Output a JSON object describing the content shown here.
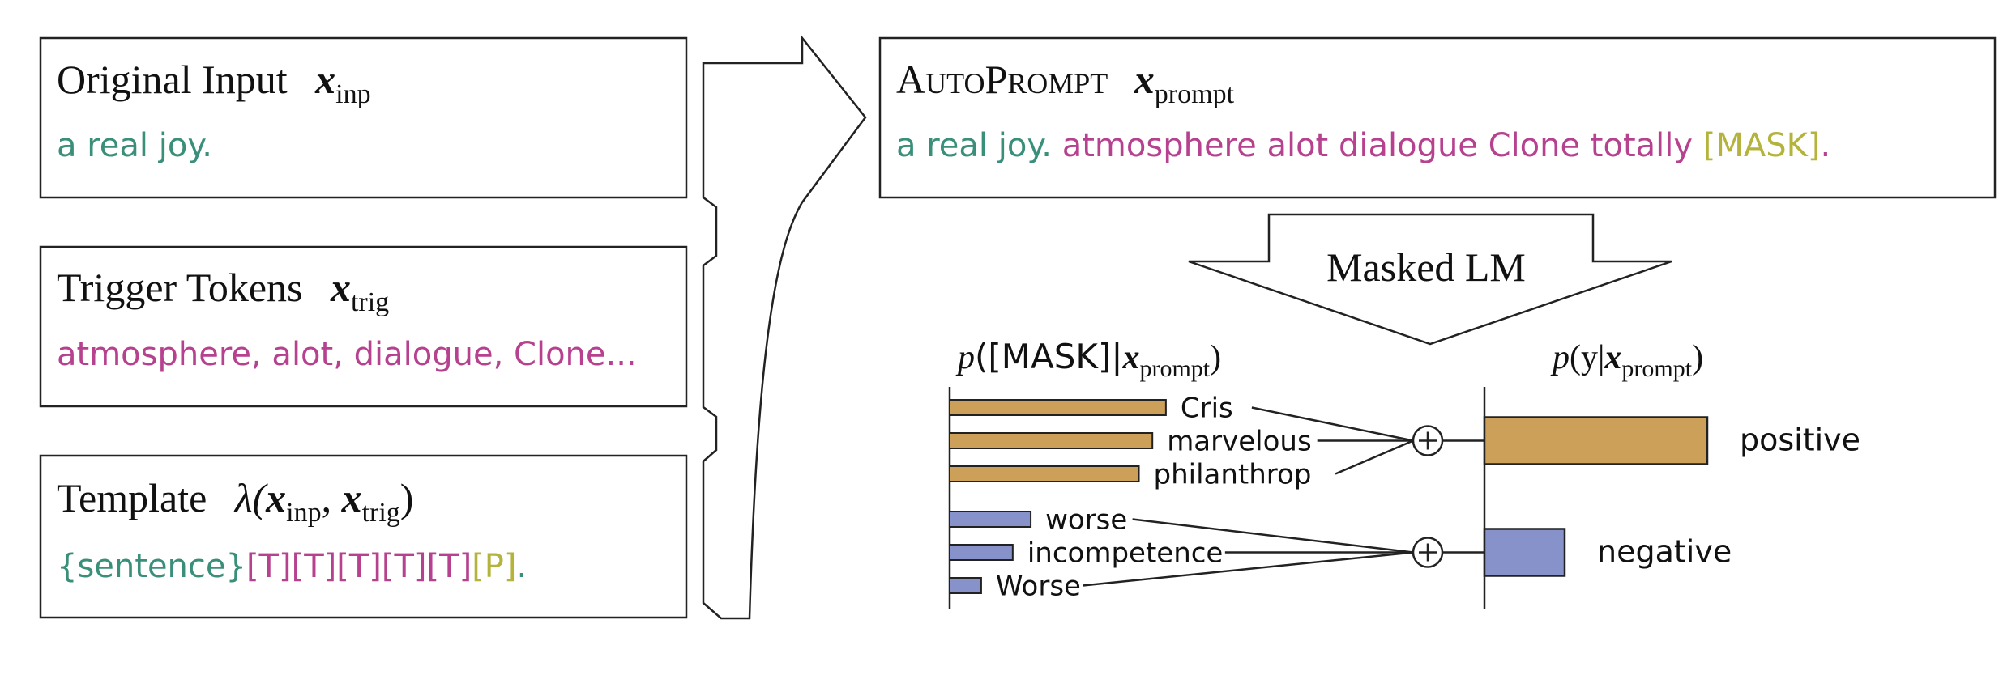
{
  "colors": {
    "teal": "#3a8f7a",
    "magenta": "#b6418f",
    "olive": "#b4b43c",
    "gold": "#cda05a",
    "blue": "#8692c9",
    "stroke": "#222222"
  },
  "inputs": {
    "original": {
      "title": "Original Input",
      "math_var": "x",
      "math_sub": "inp",
      "text": "a real joy."
    },
    "trigger": {
      "title": "Trigger Tokens",
      "math_var": "x",
      "math_sub": "trig",
      "text": "atmosphere, alot, dialogue, Clone..."
    },
    "template": {
      "title": "Template",
      "lambda": "λ(",
      "x1": "x",
      "sub1": "inp",
      "comma": ", ",
      "x2": "x",
      "sub2": "trig",
      "close": ")",
      "brace_open": "{",
      "sentence": "sentence",
      "brace_close": "}",
      "triggers": "[T][T][T][T][T]",
      "predict": "[P]",
      "period": "."
    }
  },
  "autoprompt": {
    "title_cap1": "A",
    "title_small1": "UTO",
    "title_cap2": "P",
    "title_small2": "ROMPT",
    "math_var": "x",
    "math_sub": "prompt",
    "input_text": "a real joy.",
    "trigger_text": "atmosphere alot dialogue Clone totally",
    "mask_text": "[MASK]",
    "period": "."
  },
  "masked_lm_label": "Masked LM",
  "prob_left": {
    "prefix": "p",
    "mask": "([MASK]|",
    "x": "x",
    "sub": "prompt",
    "close": ")"
  },
  "prob_right": {
    "prefix": "p",
    "open": "(y|",
    "x": "x",
    "sub": "prompt",
    "close": ")"
  },
  "chart_data": {
    "type": "bar",
    "groups": [
      {
        "label": "positive",
        "color": "#cda05a",
        "tokens": [
          "Cris",
          "marvelous",
          "philanthrop"
        ],
        "token_probs": [
          0.96,
          0.9,
          0.84
        ],
        "class_prob": 1.0
      },
      {
        "label": "negative",
        "color": "#8692c9",
        "tokens": [
          "worse",
          "incompetence",
          "Worse"
        ],
        "token_probs": [
          0.36,
          0.28,
          0.14
        ],
        "class_prob": 0.36
      }
    ]
  }
}
